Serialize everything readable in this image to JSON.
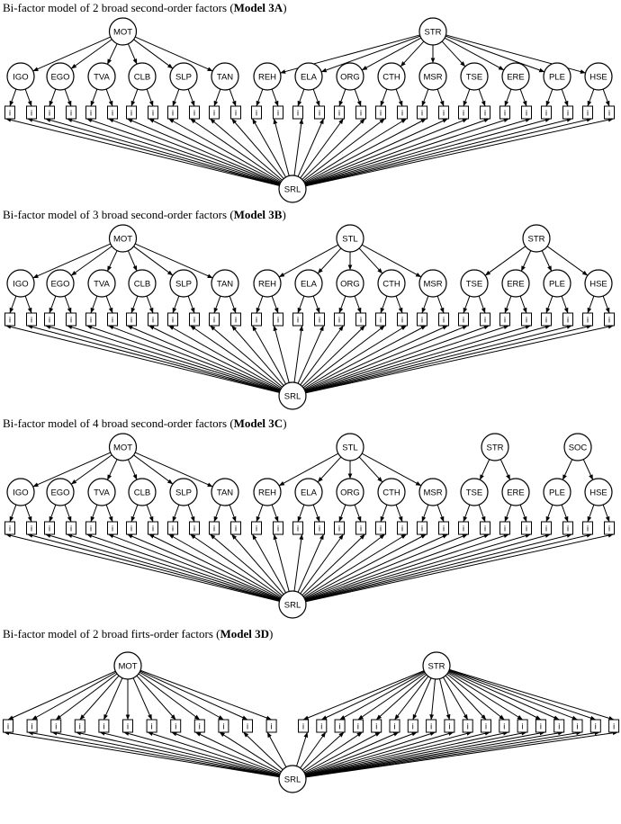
{
  "indicator_label": "i",
  "panels": [
    {
      "title_prefix": "Bi-factor model of 2 broad second-order factors (",
      "title_bold": "Model 3A",
      "title_suffix": ")",
      "general_factor": "SRL",
      "second_order": [
        {
          "label": "MOT",
          "factors": [
            "IGO",
            "EGO",
            "TVA",
            "CLB",
            "SLP",
            "TAN"
          ]
        },
        {
          "label": "STR",
          "factors": [
            "REH",
            "ELA",
            "ORG",
            "CTH",
            "MSR",
            "TSE",
            "ERE",
            "PLE",
            "HSE"
          ]
        }
      ],
      "first_order": [
        "IGO",
        "EGO",
        "TVA",
        "CLB",
        "SLP",
        "TAN",
        "REH",
        "ELA",
        "ORG",
        "CTH",
        "MSR",
        "TSE",
        "ERE",
        "PLE",
        "HSE"
      ],
      "indicators_per_factor": 2
    },
    {
      "title_prefix": "Bi-factor model of 3 broad second-order factors (",
      "title_bold": "Model 3B",
      "title_suffix": ")",
      "general_factor": "SRL",
      "second_order": [
        {
          "label": "MOT",
          "factors": [
            "IGO",
            "EGO",
            "TVA",
            "CLB",
            "SLP",
            "TAN"
          ]
        },
        {
          "label": "STL",
          "factors": [
            "REH",
            "ELA",
            "ORG",
            "CTH",
            "MSR"
          ]
        },
        {
          "label": "STR",
          "factors": [
            "TSE",
            "ERE",
            "PLE",
            "HSE"
          ]
        }
      ],
      "first_order": [
        "IGO",
        "EGO",
        "TVA",
        "CLB",
        "SLP",
        "TAN",
        "REH",
        "ELA",
        "ORG",
        "CTH",
        "MSR",
        "TSE",
        "ERE",
        "PLE",
        "HSE"
      ],
      "indicators_per_factor": 2
    },
    {
      "title_prefix": "Bi-factor model of 4 broad second-order factors (",
      "title_bold": "Model 3C",
      "title_suffix": ")",
      "general_factor": "SRL",
      "second_order": [
        {
          "label": "MOT",
          "factors": [
            "IGO",
            "EGO",
            "TVA",
            "CLB",
            "SLP",
            "TAN"
          ]
        },
        {
          "label": "STL",
          "factors": [
            "REH",
            "ELA",
            "ORG",
            "CTH",
            "MSR"
          ]
        },
        {
          "label": "STR",
          "factors": [
            "TSE",
            "ERE"
          ]
        },
        {
          "label": "SOC",
          "factors": [
            "PLE",
            "HSE"
          ]
        }
      ],
      "first_order": [
        "IGO",
        "EGO",
        "TVA",
        "CLB",
        "SLP",
        "TAN",
        "REH",
        "ELA",
        "ORG",
        "CTH",
        "MSR",
        "TSE",
        "ERE",
        "PLE",
        "HSE"
      ],
      "indicators_per_factor": 2
    },
    {
      "title_prefix": "Bi-factor model of 2 broad firts-order factors (",
      "title_bold": "Model 3D",
      "title_suffix": ")",
      "general_factor": "SRL",
      "broad_factors": [
        {
          "label": "MOT",
          "indicator_count": 12
        },
        {
          "label": "STR",
          "indicator_count": 18
        }
      ]
    }
  ]
}
